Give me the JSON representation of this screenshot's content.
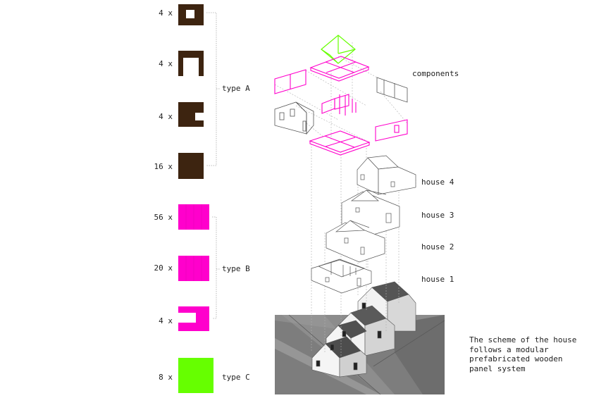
{
  "legend": {
    "type_a": {
      "label": "type A",
      "color": "#3d2410",
      "items": [
        {
          "count": "4 x",
          "icon": "panel-window-icon"
        },
        {
          "count": "4 x",
          "icon": "panel-door-icon"
        },
        {
          "count": "4 x",
          "icon": "panel-notch-icon"
        },
        {
          "count": "16 x",
          "icon": "panel-solid-icon"
        }
      ]
    },
    "type_b": {
      "label": "type B",
      "color": "#ff00cc",
      "items": [
        {
          "count": "56 x",
          "icon": "panel-solid-icon"
        },
        {
          "count": "20 x",
          "icon": "panel-solid-icon"
        },
        {
          "count": "4 x",
          "icon": "panel-notch-icon"
        }
      ]
    },
    "type_c": {
      "label": "type C",
      "color": "#66ff00",
      "items": [
        {
          "count": "8 x",
          "icon": "panel-solid-icon"
        }
      ]
    }
  },
  "labels": {
    "components": "components",
    "house_4": "house 4",
    "house_3": "house 3",
    "house_2": "house 2",
    "house_1": "house 1"
  },
  "description": [
    "The scheme of the house",
    "follows a modular",
    "prefabricated wooden",
    "panel system"
  ]
}
